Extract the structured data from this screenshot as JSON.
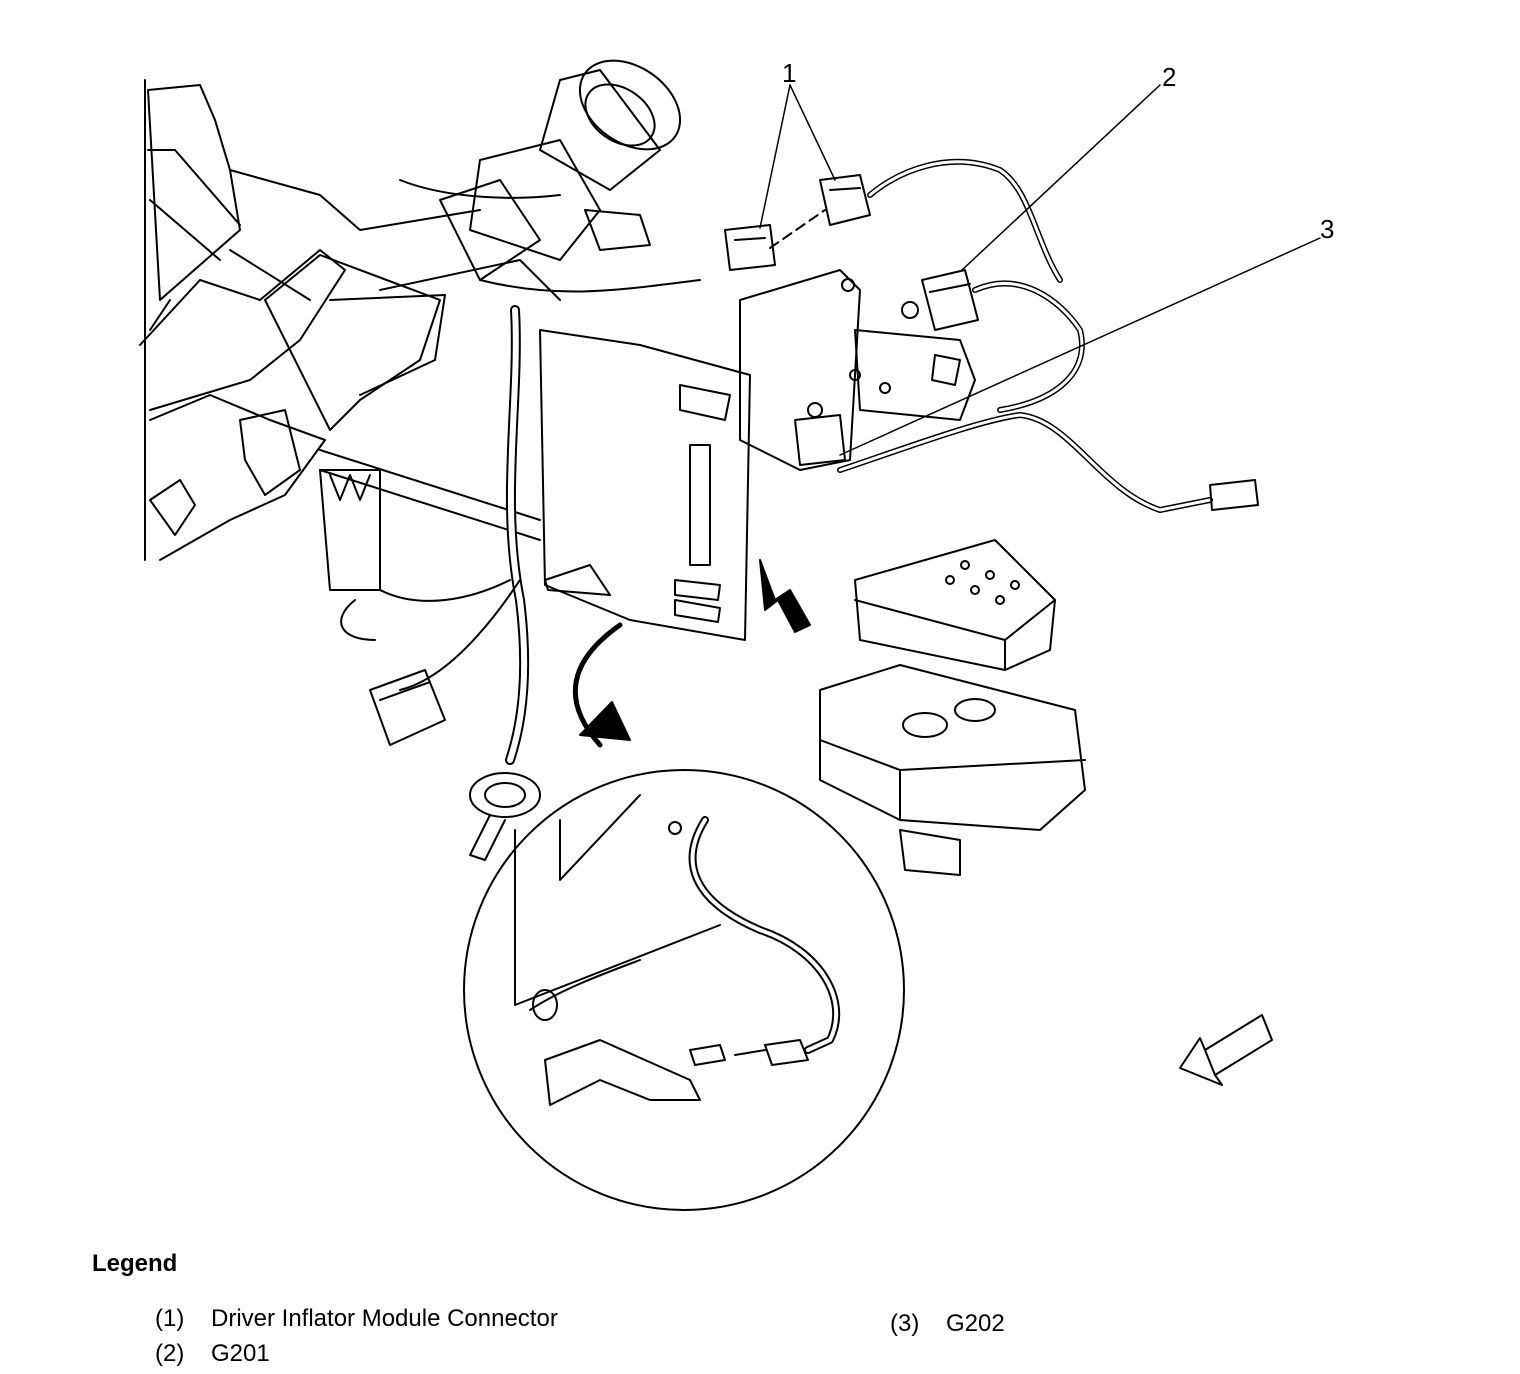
{
  "callouts": [
    "1",
    "2",
    "3"
  ],
  "legend": {
    "title": "Legend",
    "items": [
      {
        "num": "(1)",
        "label": "Driver Inflator Module Connector"
      },
      {
        "num": "(2)",
        "label": "G201"
      },
      {
        "num": "(3)",
        "label": "G202"
      }
    ]
  },
  "colors": {
    "line": "#000000",
    "background": "#ffffff"
  }
}
